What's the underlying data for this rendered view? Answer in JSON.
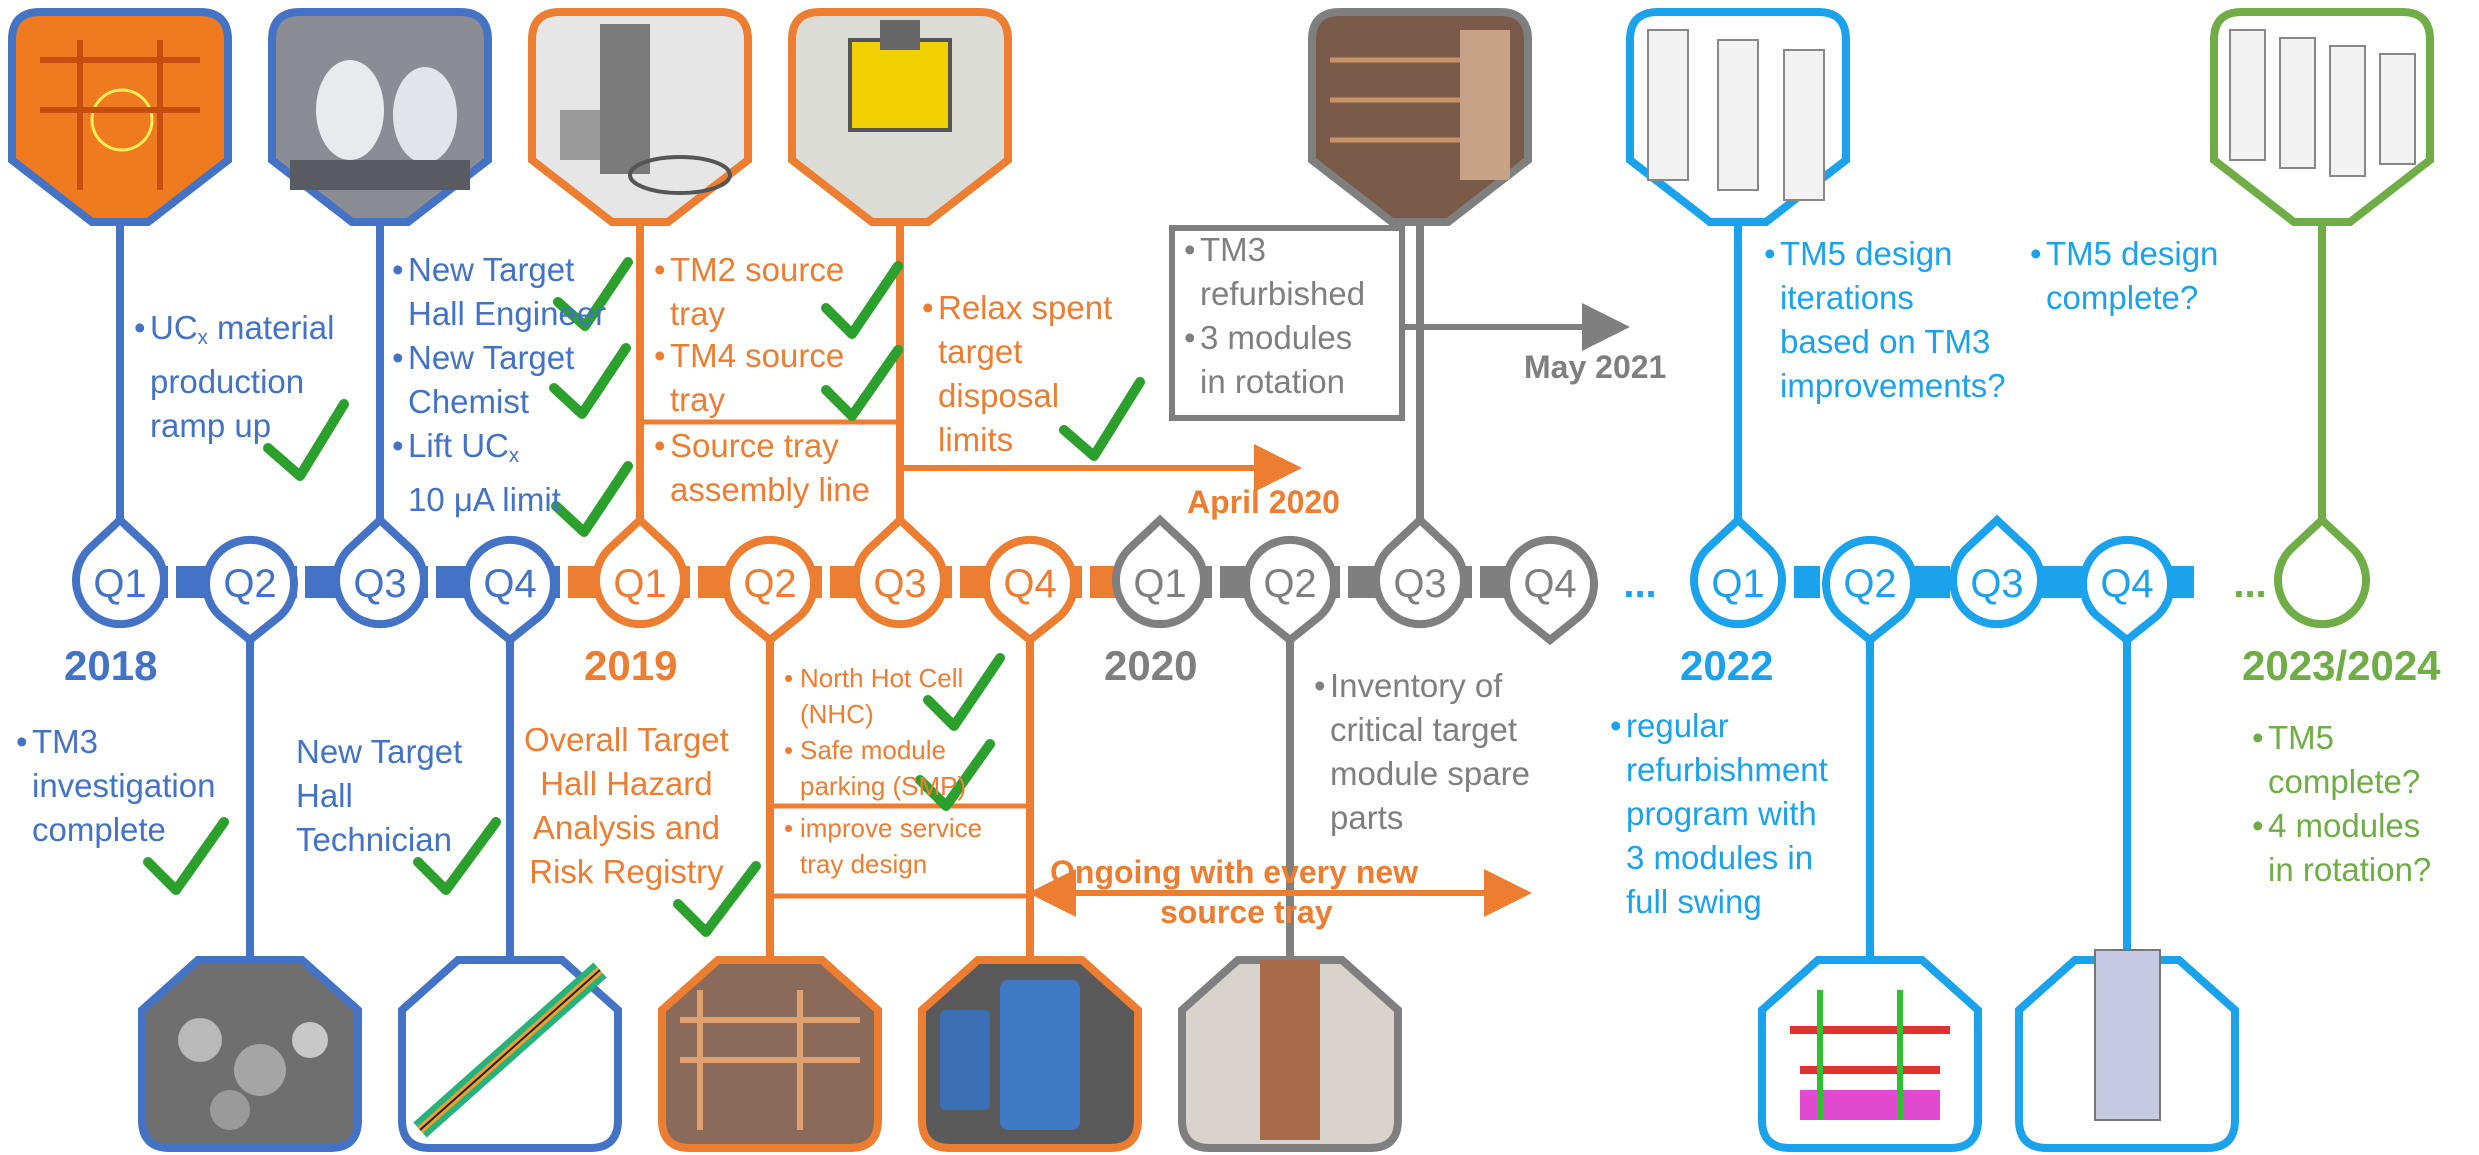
{
  "colors": {
    "y2018": "#4472c4",
    "y2019": "#ed7d31",
    "y2020": "#7f7f7f",
    "y2022": "#1aa3ec",
    "y2024": "#70ad47",
    "check": "#2ca02c"
  },
  "quarters": [
    "Q1",
    "Q2",
    "Q3",
    "Q4"
  ],
  "ellipsis": "...",
  "years": {
    "y2018": "2018",
    "y2019": "2019",
    "y2020": "2020",
    "y2022": "2022",
    "y2024": "2023/2024"
  },
  "arrows": {
    "april2020": "April 2020",
    "may2021": "May 2021",
    "ongoing_line1": "Ongoing with every new",
    "ongoing_line2": "source tray"
  },
  "above": {
    "ucx": [
      "UC",
      "x",
      " material",
      "production",
      "ramp up"
    ],
    "new_target_hall_engineer": [
      "New Target",
      "Hall Engineer"
    ],
    "new_target_chemist": [
      "New Target",
      "Chemist"
    ],
    "lift_ucx": [
      "Lift UC",
      "x",
      "10 μA limit"
    ],
    "tm2_source_tray": [
      "TM2  source",
      "tray"
    ],
    "tm4_source_tray": [
      "TM4 source",
      "tray"
    ],
    "source_tray_assembly": [
      "Source tray",
      "assembly line"
    ],
    "relax_spent": [
      "Relax spent",
      "target",
      "disposal",
      "limits"
    ],
    "tm3_refurbished": [
      "TM3",
      "refurbished"
    ],
    "three_modules": [
      "3 modules",
      "in rotation"
    ],
    "tm5_design_iterations": [
      "TM5 design",
      "iterations",
      "based on TM3",
      "improvements?"
    ],
    "tm5_design_complete": [
      "TM5 design",
      "complete?"
    ]
  },
  "below": {
    "tm3_investigation": [
      "TM3",
      "investigation",
      "complete"
    ],
    "new_target_hall_technician": [
      "New Target",
      "Hall",
      "Technician"
    ],
    "overall_target_hall": [
      "Overall Target",
      "Hall Hazard",
      "Analysis and",
      "Risk Registry"
    ],
    "north_hot_cell": [
      "North Hot Cell",
      "(NHC)"
    ],
    "safe_module_parking": [
      "Safe module",
      "parking (SMP)"
    ],
    "improve_service_tray": [
      "improve service",
      "tray design"
    ],
    "inventory": [
      "Inventory of",
      "critical target",
      "module spare",
      "parts"
    ],
    "regular_refurbishment": [
      "regular",
      "refurbishment",
      "program with",
      "3 modules in",
      "full swing"
    ],
    "tm5_complete": [
      "TM5",
      "complete?"
    ],
    "four_modules": [
      "4 modules",
      "in rotation?"
    ]
  }
}
